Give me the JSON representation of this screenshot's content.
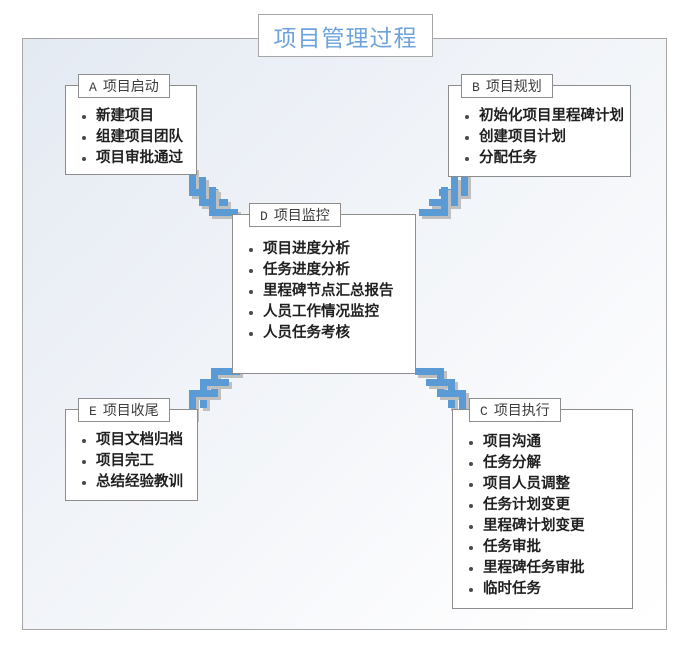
{
  "title": "项目管理过程",
  "colors": {
    "title_text": "#6fa3dc",
    "arrow_blue": "#5b9bd5",
    "arrow_shadow": "#bfbfbf",
    "box_border": "#8d8d8d",
    "frame_border": "#a6a6a6",
    "frame_bg_start": "#e4eaf2",
    "frame_bg_end": "#ffffff",
    "item_text": "#1f1f1f"
  },
  "boxes": [
    {
      "id": "A",
      "tag": "A",
      "label": "项目启动",
      "items": [
        "新建项目",
        "组建项目团队",
        "项目审批通过"
      ]
    },
    {
      "id": "B",
      "tag": "B",
      "label": "项目规划",
      "items": [
        "初始化项目里程碑计划",
        "创建项目计划",
        "分配任务"
      ]
    },
    {
      "id": "D",
      "tag": "D",
      "label": "项目监控",
      "items": [
        "项目进度分析",
        "任务进度分析",
        "里程碑节点汇总报告",
        "人员工作情况监控",
        "人员任务考核"
      ]
    },
    {
      "id": "E",
      "tag": "E",
      "label": "项目收尾",
      "items": [
        "项目文档归档",
        "项目完工",
        "总结经验教训"
      ]
    },
    {
      "id": "C",
      "tag": "C",
      "label": "项目执行",
      "items": [
        "项目沟通",
        "任务分解",
        "项目人员调整",
        "任务计划变更",
        "里程碑计划变更",
        "任务审批",
        "里程碑任务审批",
        "临时任务"
      ]
    }
  ],
  "arrows": [
    {
      "name": "arrow-a-to-d",
      "from": "A",
      "to": "D",
      "direction": "down-right"
    },
    {
      "name": "arrow-b-to-d",
      "from": "B",
      "to": "D",
      "direction": "down-left"
    },
    {
      "name": "arrow-d-to-e",
      "from": "D",
      "to": "E",
      "direction": "up-left"
    },
    {
      "name": "arrow-c-to-d",
      "from": "C",
      "to": "D",
      "direction": "up-right"
    }
  ]
}
